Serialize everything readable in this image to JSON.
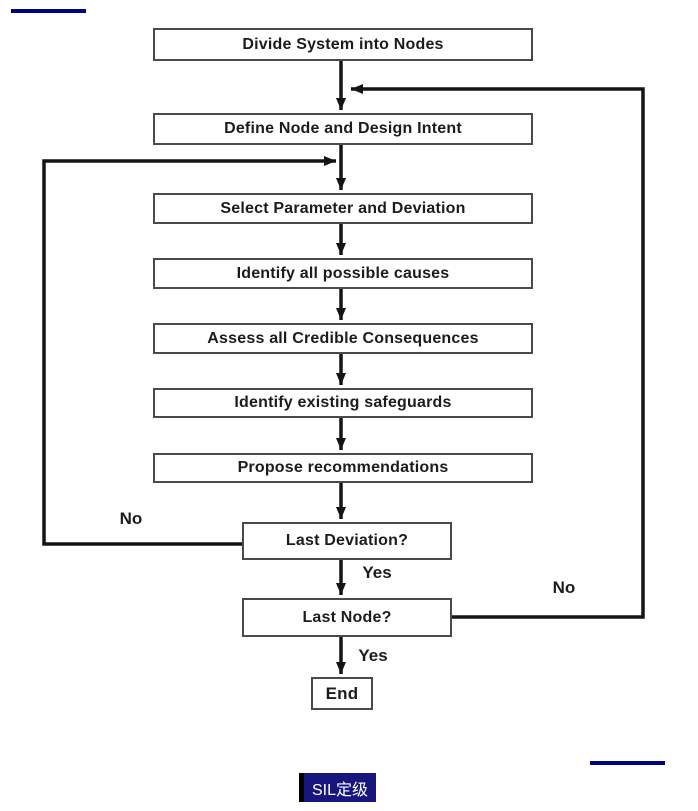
{
  "page": {
    "background": "#ffffff",
    "accent_navy": "#000080",
    "line_color": "#141414"
  },
  "flowchart": {
    "nodes": [
      {
        "id": "divide-system",
        "label": "Divide System into Nodes"
      },
      {
        "id": "define-node",
        "label": "Define Node and Design Intent"
      },
      {
        "id": "select-parameter",
        "label": "Select Parameter and Deviation"
      },
      {
        "id": "identify-causes",
        "label": "Identify all possible causes"
      },
      {
        "id": "assess-consequences",
        "label": "Assess all Credible Consequences"
      },
      {
        "id": "identify-safeguards",
        "label": "Identify existing safeguards"
      },
      {
        "id": "propose-recommendations",
        "label": "Propose recommendations"
      },
      {
        "id": "last-deviation",
        "label": "Last Deviation?"
      },
      {
        "id": "last-node",
        "label": "Last Node?"
      },
      {
        "id": "end",
        "label": "End"
      }
    ],
    "edge_labels": [
      {
        "id": "no-last-deviation",
        "label": "No"
      },
      {
        "id": "yes-last-deviation",
        "label": "Yes"
      },
      {
        "id": "no-last-node",
        "label": "No"
      },
      {
        "id": "yes-last-node",
        "label": "Yes"
      }
    ]
  },
  "badge": {
    "label": "SIL定级",
    "background": "#16167d",
    "text_color": "#ffffff"
  }
}
